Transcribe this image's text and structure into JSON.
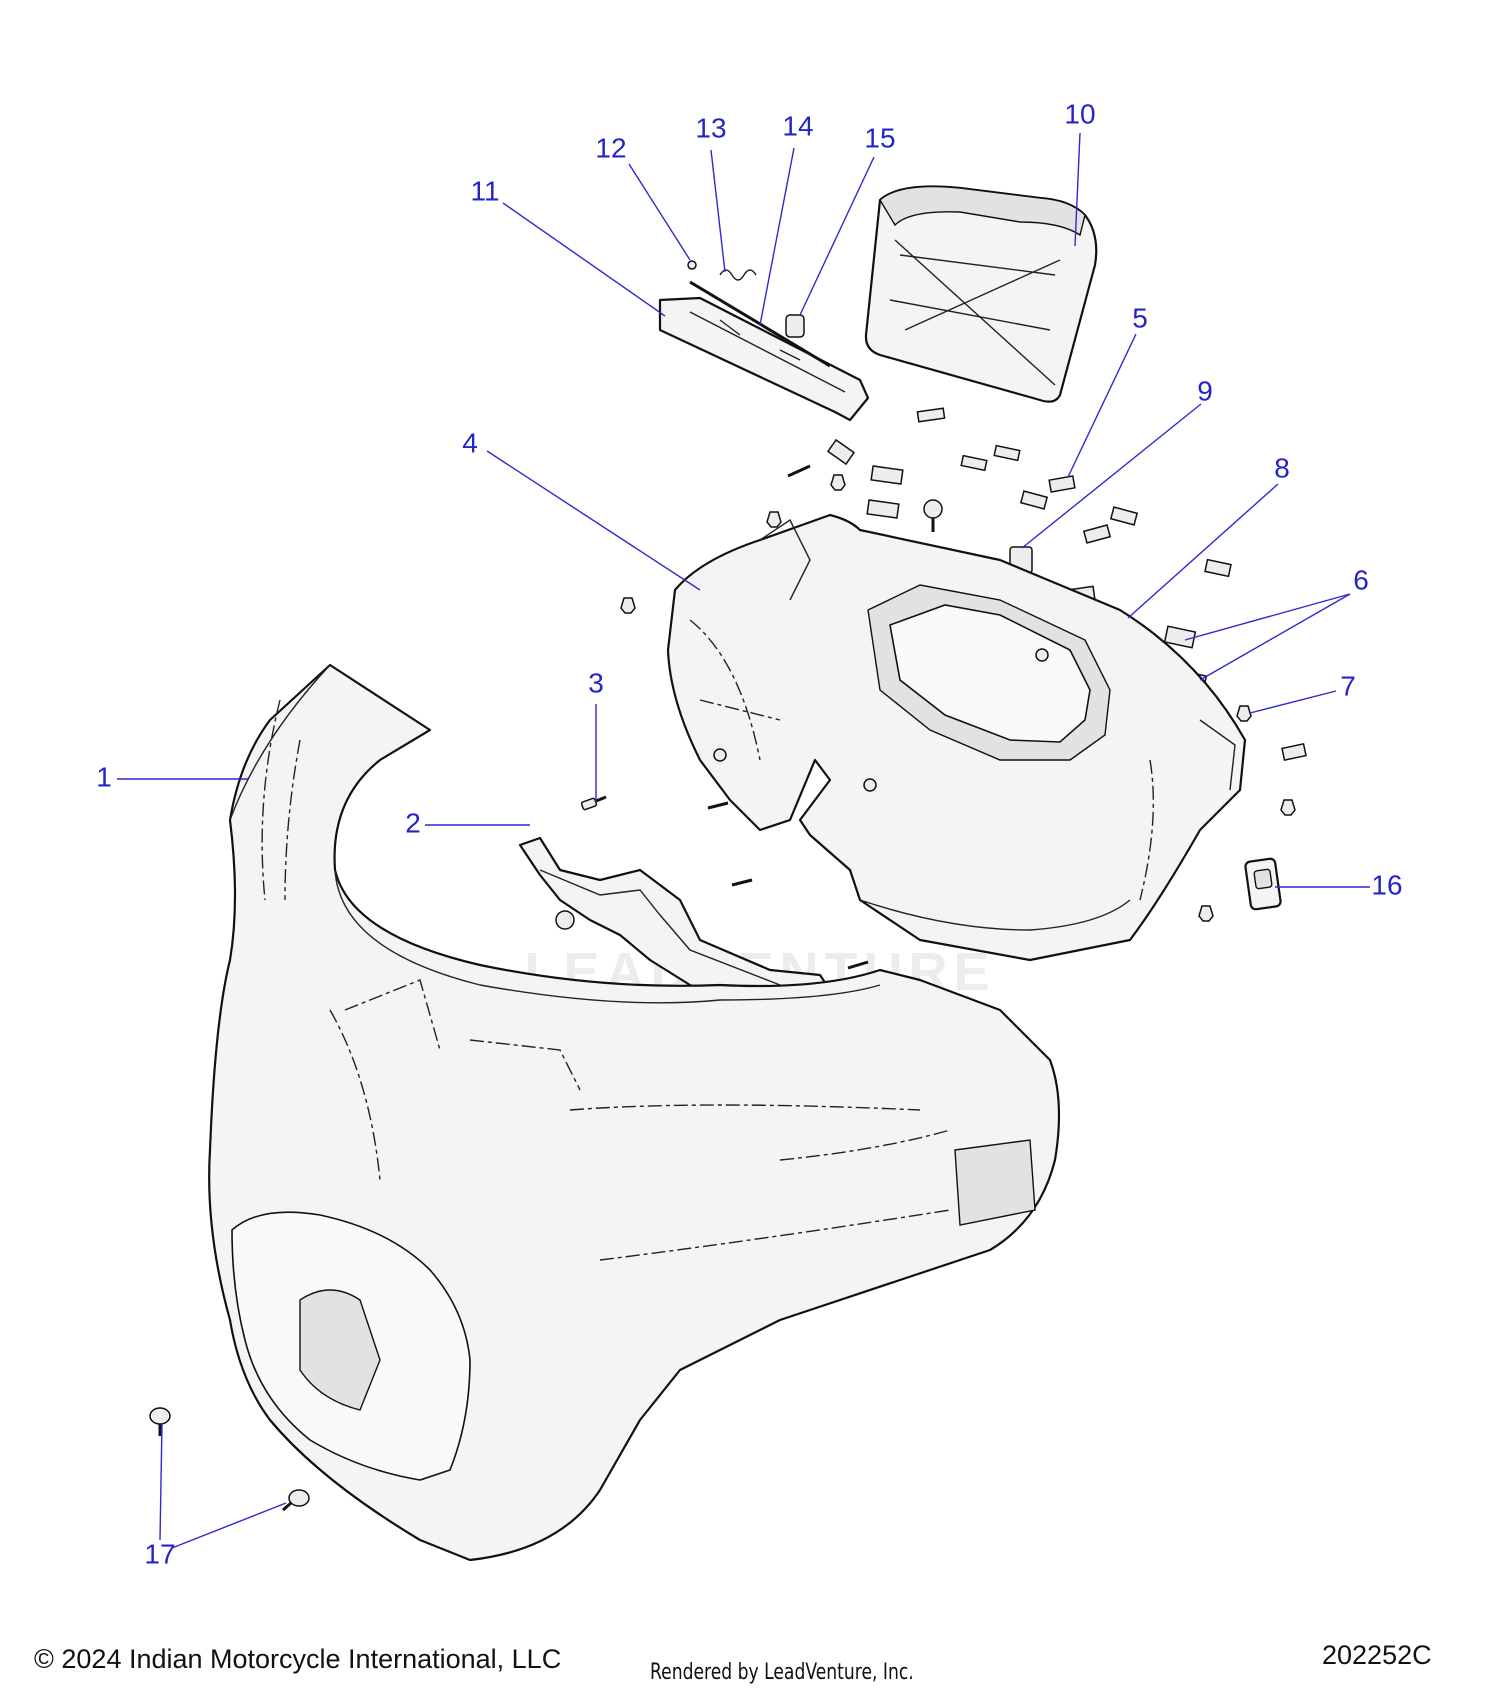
{
  "callouts": {
    "c1": "1",
    "c2": "2",
    "c3": "3",
    "c4": "4",
    "c5": "5",
    "c6": "6",
    "c7": "7",
    "c8": "8",
    "c9": "9",
    "c10": "10",
    "c11": "11",
    "c12": "12",
    "c13": "13",
    "c14": "14",
    "c15": "15",
    "c16": "16",
    "c17": "17"
  },
  "watermark": "LEADVENTURE",
  "footer": {
    "copyright": "© 2024 Indian Motorcycle International, LLC",
    "rendered_by": "Rendered by LeadVenture, Inc.",
    "diagram_id": "202252C"
  },
  "colors": {
    "callout": "#2424c8",
    "line": "#111111"
  }
}
